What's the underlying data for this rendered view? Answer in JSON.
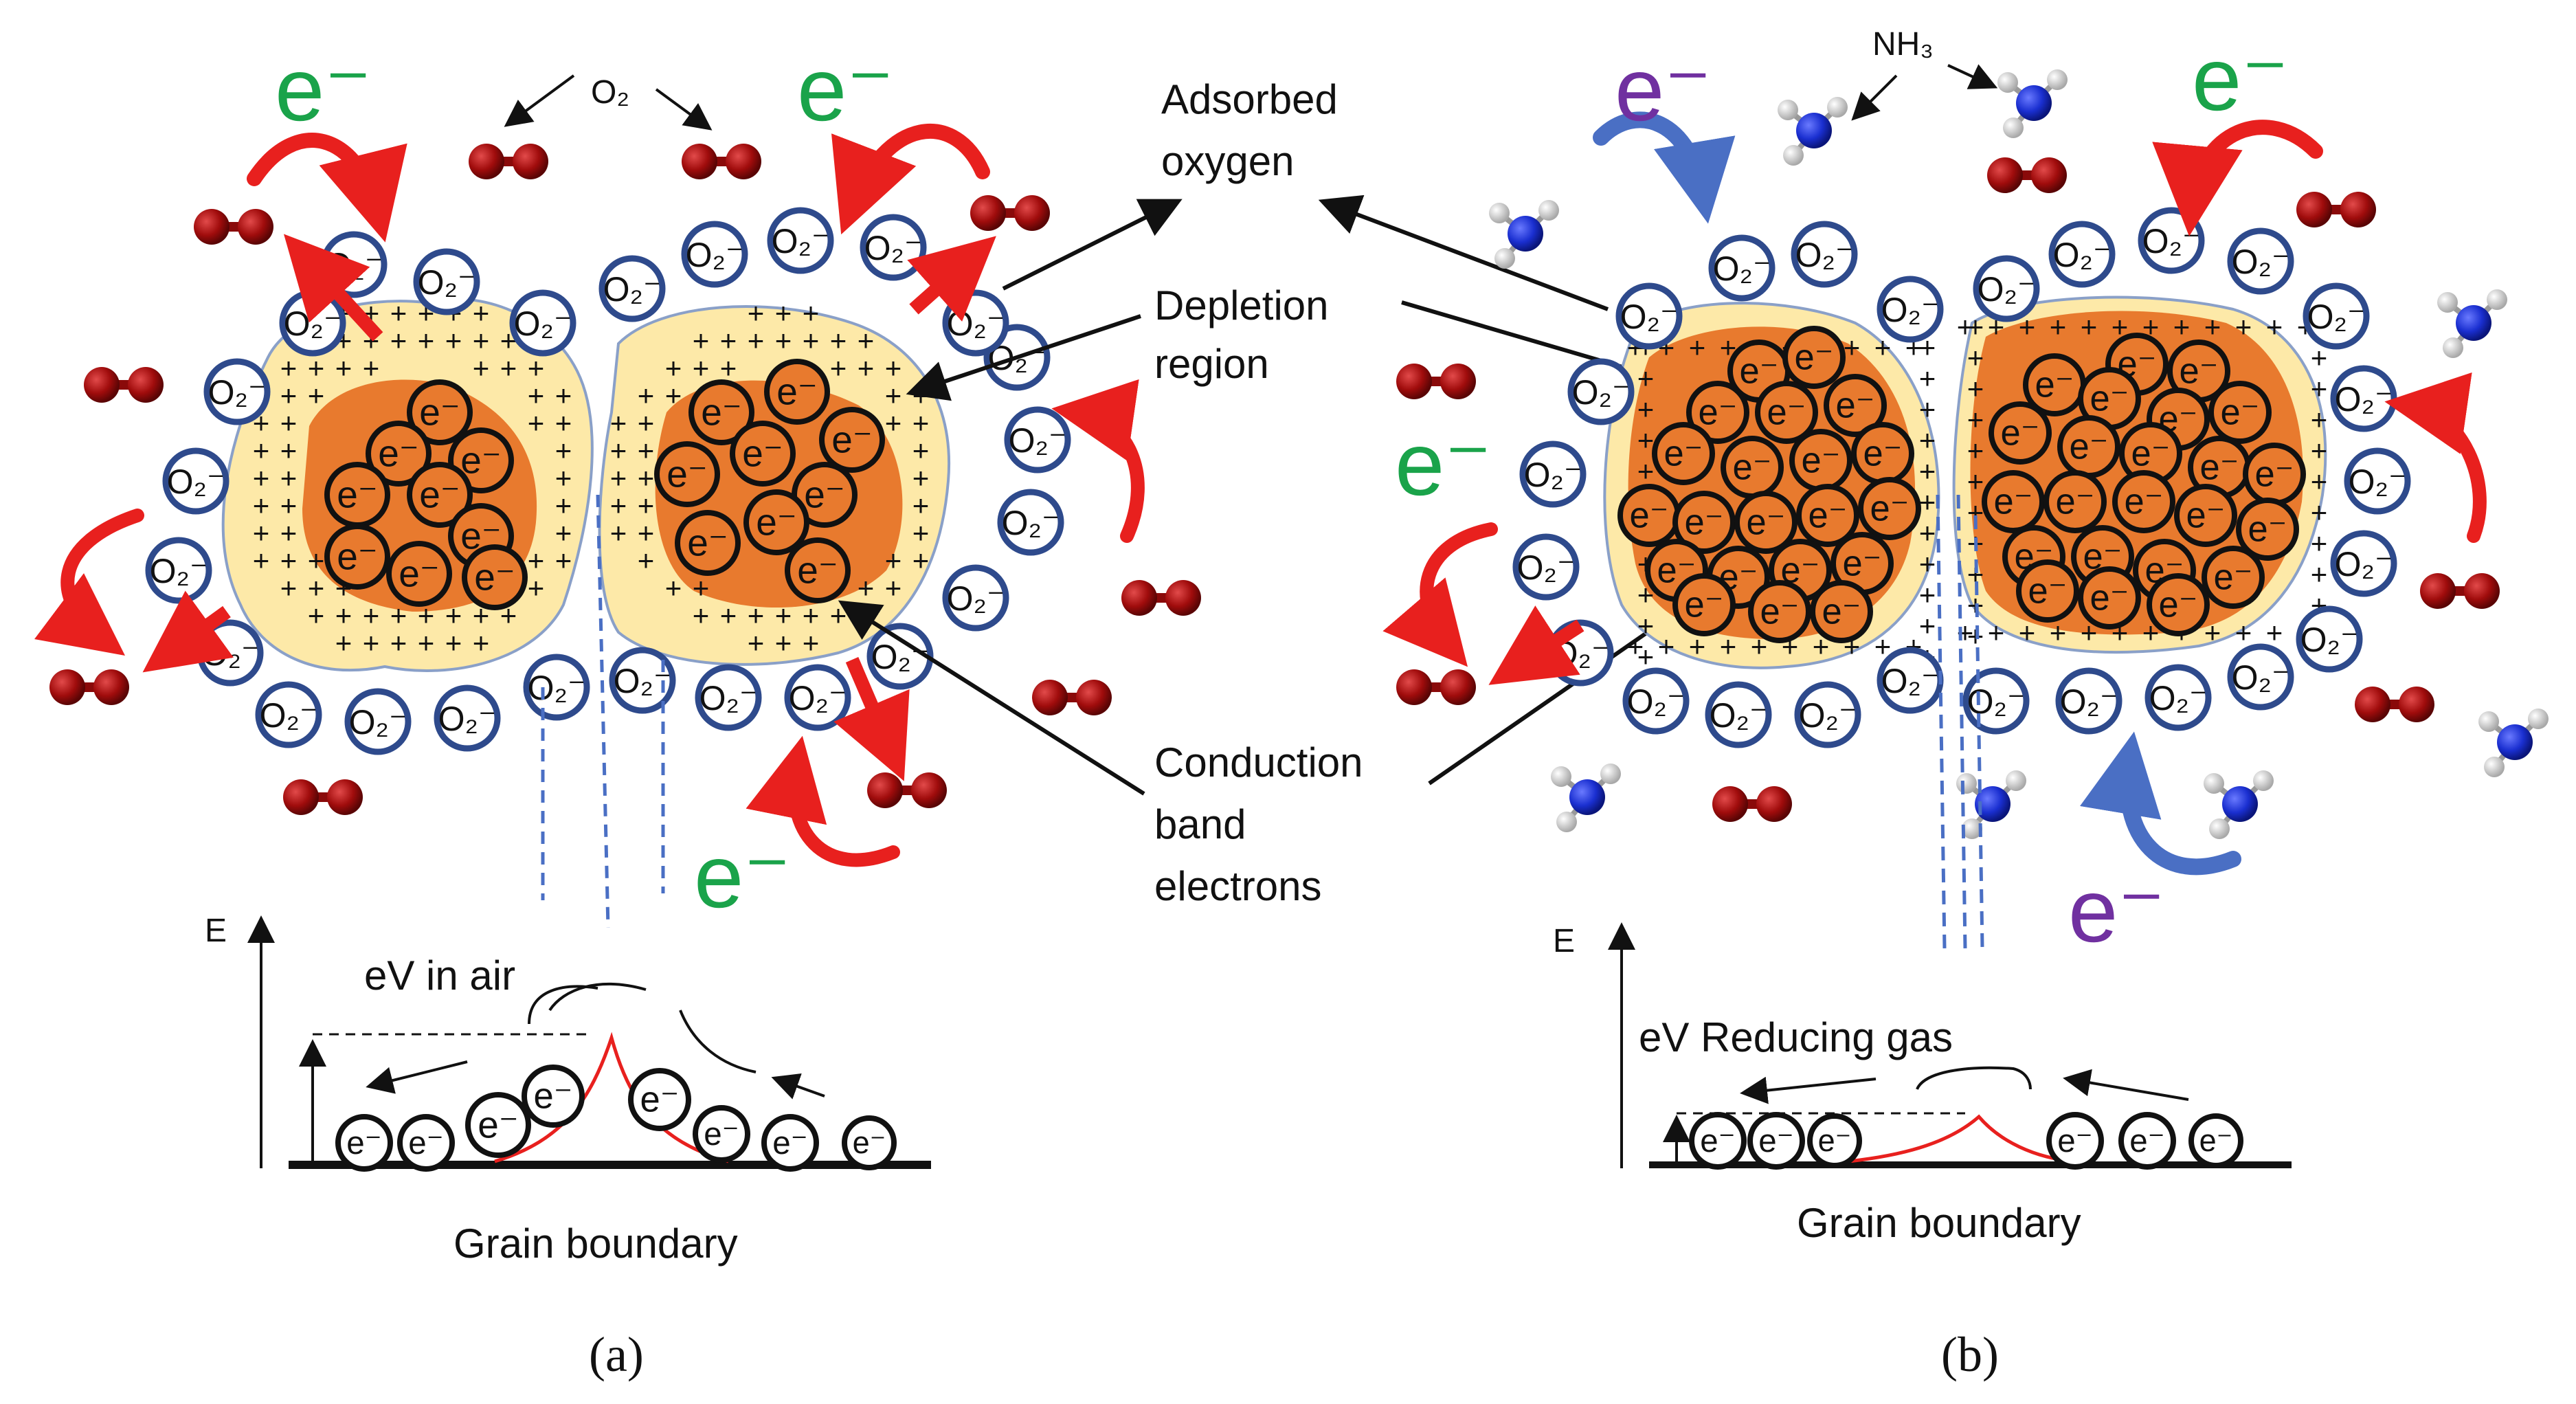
{
  "panel_a": {
    "electron_label": "e⁻",
    "o2_label": "O₂",
    "oxygen_ion": "O₂⁻",
    "electron": "e⁻",
    "energy_axis": "E",
    "barrier_label": "eV in air",
    "grain_boundary": "Grain boundary",
    "caption": "(a)",
    "electron_color": "#1aa34a"
  },
  "panel_b": {
    "electron_label": "e⁻",
    "nh3_label": "NH₃",
    "energy_axis": "E",
    "barrier_label": "eV Reducing gas",
    "grain_boundary": "Grain boundary",
    "caption": "(b)",
    "electron_color_green": "#1aa34a",
    "electron_color_purple": "#7030a0"
  },
  "center_labels": {
    "adsorbed_oxygen_1": "Adsorbed",
    "adsorbed_oxygen_2": "oxygen",
    "depletion_1": "Depletion",
    "depletion_2": "region",
    "conduction_1": "Conduction",
    "conduction_2": "band",
    "conduction_3": "electrons"
  },
  "colors": {
    "grain_core": "#e87a2e",
    "depletion": "#fde9a8",
    "oxygen_ring": "#2e4a8c",
    "o2_molecule": "#b01010",
    "arrow_red": "#e8201e",
    "nh3_nitrogen": "#1a2fd0",
    "barrier_red": "#e8201e"
  },
  "icons": {
    "o2_molecule": "o2-molecule-icon",
    "nh3_molecule": "nh3-molecule-icon",
    "curved_arrow": "curved-arrow-icon"
  }
}
